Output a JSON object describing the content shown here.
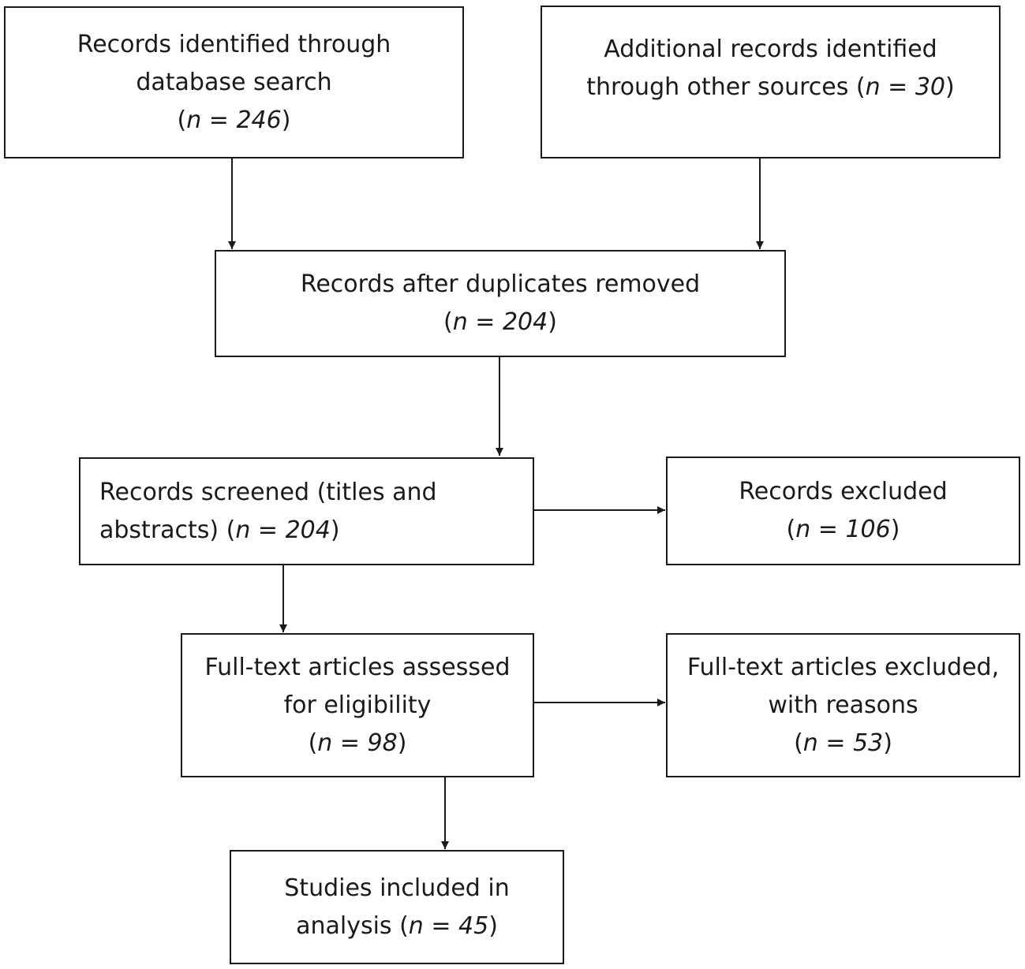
{
  "boxes": {
    "database_search": {
      "line1": "Records identified through",
      "line2": "database search",
      "count_open": "(",
      "count": "n = 246",
      "count_close": ")"
    },
    "other_sources": {
      "line1": "Additional records identified",
      "line2_prefix": "through other sources (",
      "count": "n = 30",
      "count_close": ")"
    },
    "duplicates_removed": {
      "line1": "Records after duplicates removed",
      "count_open": "(",
      "count": "n = 204",
      "count_close": ")"
    },
    "screened": {
      "line1": "Records screened (titles and",
      "line2_prefix": "abstracts) (",
      "count": "n = 204",
      "count_close": ")"
    },
    "records_excluded": {
      "line1": "Records excluded",
      "count_open": "(",
      "count": "n = 106",
      "count_close": ")"
    },
    "fulltext_assessed": {
      "line1": "Full-text articles assessed",
      "line2": "for eligibility",
      "count_open": "(",
      "count": "n = 98",
      "count_close": ")"
    },
    "fulltext_excluded": {
      "line1": "Full-text articles excluded,",
      "line2": "with reasons",
      "count_open": "(",
      "count": "n = 53",
      "count_close": ")"
    },
    "included": {
      "line1": "Studies included in",
      "line2_prefix": "analysis (",
      "count": "n = 45",
      "count_close": ")"
    }
  }
}
